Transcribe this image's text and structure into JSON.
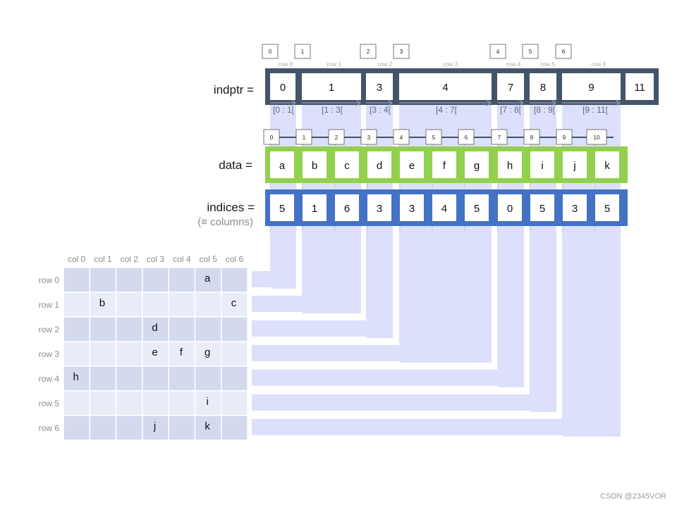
{
  "indptr": {
    "label": "indptr =",
    "values": [
      "0",
      "1",
      "3",
      "4",
      "7",
      "8",
      "9",
      "11"
    ],
    "tags": [
      "0",
      "1",
      "2",
      "3",
      "4",
      "5",
      "6"
    ],
    "row_names": [
      "row 0",
      "row 1",
      "row 2",
      "row 3",
      "row 4",
      "row 5",
      "row 6"
    ],
    "ranges": [
      "[0 : 1[",
      "[1 : 3[",
      "[3 : 4[",
      "[4 : 7[",
      "[7 : 8[",
      "[8 : 9[",
      "[9 : 11["
    ]
  },
  "data": {
    "label": "data =",
    "values": [
      "a",
      "b",
      "c",
      "d",
      "e",
      "f",
      "g",
      "h",
      "i",
      "j",
      "k"
    ],
    "tags": [
      "0",
      "1",
      "2",
      "3",
      "4",
      "5",
      "6",
      "7",
      "8",
      "9",
      "10"
    ]
  },
  "indices": {
    "label": "indices =",
    "sublabel": "(≡ columns)",
    "values": [
      "5",
      "1",
      "6",
      "3",
      "3",
      "4",
      "5",
      "0",
      "5",
      "3",
      "5"
    ]
  },
  "matrix": {
    "col_headers": [
      "col 0",
      "col 1",
      "col 2",
      "col 3",
      "col 4",
      "col 5",
      "col 6"
    ],
    "row_headers": [
      "row 0",
      "row 1",
      "row 2",
      "row 3",
      "row 4",
      "row 5",
      "row 6"
    ],
    "cells": [
      [
        "",
        "",
        "",
        "",
        "",
        "a",
        ""
      ],
      [
        "",
        "b",
        "",
        "",
        "",
        "",
        "c"
      ],
      [
        "",
        "",
        "",
        "d",
        "",
        "",
        ""
      ],
      [
        "",
        "",
        "",
        "e",
        "f",
        "g",
        ""
      ],
      [
        "h",
        "",
        "",
        "",
        "",
        "",
        ""
      ],
      [
        "",
        "",
        "",
        "",
        "",
        "i",
        ""
      ],
      [
        "",
        "",
        "",
        "j",
        "",
        "k",
        ""
      ]
    ]
  },
  "colors": {
    "indptr_frame": "#44546a",
    "data_frame": "#92d050",
    "indices_frame": "#4472c4",
    "band": "#dce0fb",
    "matrix_dark": "#d3d9ef",
    "matrix_light": "#e9edf8"
  },
  "watermark": "CSDN @2345VOR"
}
